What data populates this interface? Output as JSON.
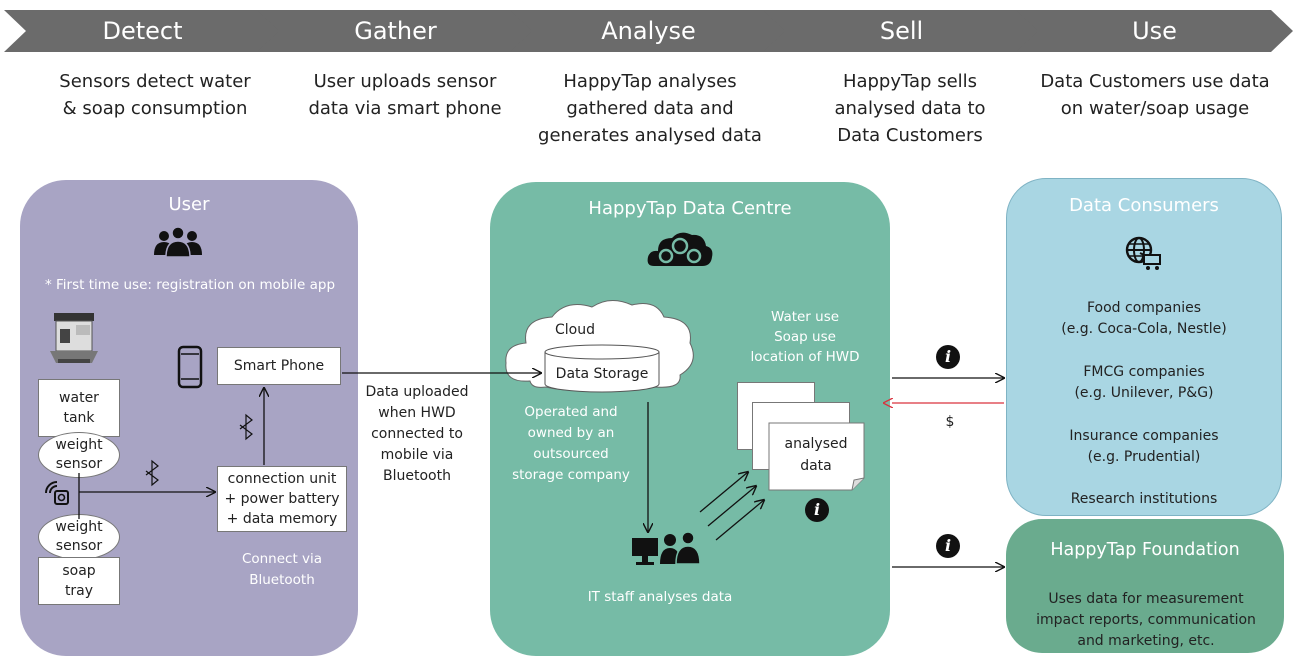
{
  "steps": [
    {
      "label": "Detect",
      "desc": [
        "Sensors detect  water",
        "& soap consumption"
      ]
    },
    {
      "label": "Gather",
      "desc": [
        "User uploads sensor",
        "data via smart phone"
      ]
    },
    {
      "label": "Analyse",
      "desc": [
        "HappyTap analyses",
        "gathered data and",
        "generates analysed data"
      ]
    },
    {
      "label": "Sell",
      "desc": [
        "HappyTap sells",
        "analysed data to",
        "Data Customers"
      ]
    },
    {
      "label": "Use",
      "desc": [
        "Data Customers use data",
        "on water/soap usage"
      ]
    }
  ],
  "user_panel": {
    "title": "User",
    "note": "* First time use: registration on mobile app",
    "water_tank": [
      "water",
      "tank"
    ],
    "weight_sensor_top": [
      "weight",
      "sensor"
    ],
    "weight_sensor_bottom": [
      "weight",
      "sensor"
    ],
    "soap_tray": [
      "soap",
      "tray"
    ],
    "smart_phone": "Smart Phone",
    "connection_unit": [
      "connection unit",
      "+ power battery",
      "+ data memory"
    ],
    "connect_note": [
      "Connect via",
      "Bluetooth"
    ]
  },
  "upload_note": [
    "Data uploaded",
    "when HWD",
    "connected to",
    "mobile via",
    "Bluetooth"
  ],
  "data_centre": {
    "title": "HappyTap Data Centre",
    "cloud": "Cloud",
    "storage": "Data Storage",
    "operated": [
      "Operated and",
      "owned by an",
      "outsourced",
      "storage company"
    ],
    "uses": [
      "Water use",
      "Soap use",
      "location of HWD"
    ],
    "analysed": [
      "analysed",
      "data"
    ],
    "it_staff": "IT staff analyses data"
  },
  "dollar": "$",
  "consumers": {
    "title": "Data Consumers",
    "items": [
      [
        "Food companies",
        "(e.g. Coca-Cola, Nestle)"
      ],
      [
        "FMCG companies",
        "(e.g. Unilever, P&G)"
      ],
      [
        "Insurance companies",
        "(e.g. Prudential)"
      ],
      [
        "Research institutions"
      ]
    ]
  },
  "foundation": {
    "title": "HappyTap Foundation",
    "desc": [
      "Uses data for measurement",
      "impact reports, communication",
      "and marketing, etc."
    ]
  },
  "colors": {
    "chevron": "#6b6b6b",
    "user_panel": "#a8a4c4",
    "data_centre": "#76bba6",
    "consumers": "#a9d6e3",
    "foundation": "#6aab8e",
    "red_arrow": "#d9333f"
  }
}
